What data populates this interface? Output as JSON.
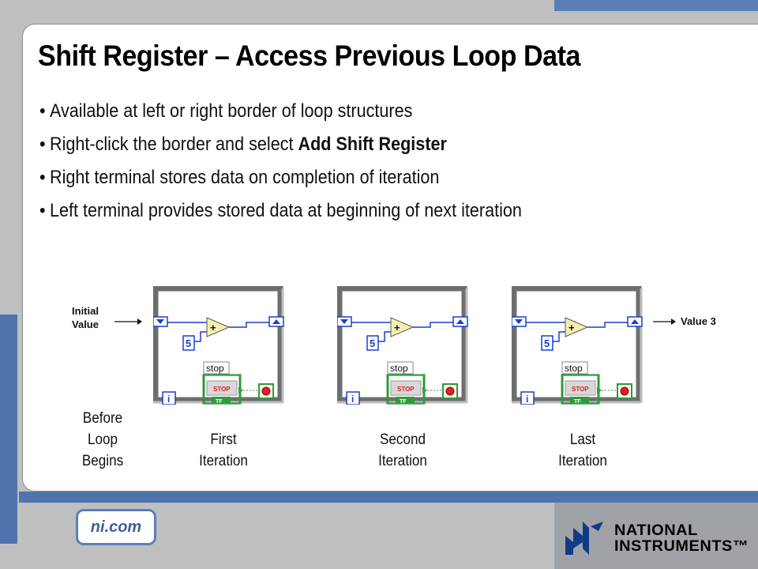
{
  "slide": {
    "title": "Shift Register – Access Previous Loop Data",
    "bullets": [
      {
        "dot": "•",
        "text": "Available at left or right border of loop structures",
        "bold": ""
      },
      {
        "dot": "•",
        "text": "Right-click the border and select ",
        "bold": "Add Shift Register"
      },
      {
        "dot": "•",
        "text": "Right terminal stores data on completion of iteration",
        "bold": ""
      },
      {
        "dot": "•",
        "text": "Left terminal provides stored data at beginning of next iteration",
        "bold": ""
      }
    ]
  },
  "diagram": {
    "initial_value_line1": "Initial",
    "initial_value_line2": "Value",
    "output_value": "Value 3",
    "before_line1": "Before",
    "before_line2": "Loop",
    "before_line3": "Begins",
    "loops": [
      {
        "label_line1": "First",
        "label_line2": "Iteration",
        "constant": "5",
        "stop_label": "stop",
        "stop_button": "STOP",
        "tf": "TF",
        "index": "i"
      },
      {
        "label_line1": "Second",
        "label_line2": "Iteration",
        "constant": "5",
        "stop_label": "stop",
        "stop_button": "STOP",
        "tf": "TF",
        "index": "i"
      },
      {
        "label_line1": "Last",
        "label_line2": "Iteration",
        "constant": "5",
        "stop_label": "stop",
        "stop_button": "STOP",
        "tf": "TF",
        "index": "i"
      }
    ]
  },
  "footer": {
    "badge": "ni.com",
    "logo_line1": "NATIONAL",
    "logo_line2": "INSTRUMENTS™"
  },
  "colors": {
    "accent_blue": "#4f74ad",
    "wire_blue": "#1a3fd0",
    "loop_border": "#6e6e6e",
    "add_node": "#f4f0b0",
    "stop_green": "#2e9a3c",
    "stop_red": "#e02020"
  }
}
